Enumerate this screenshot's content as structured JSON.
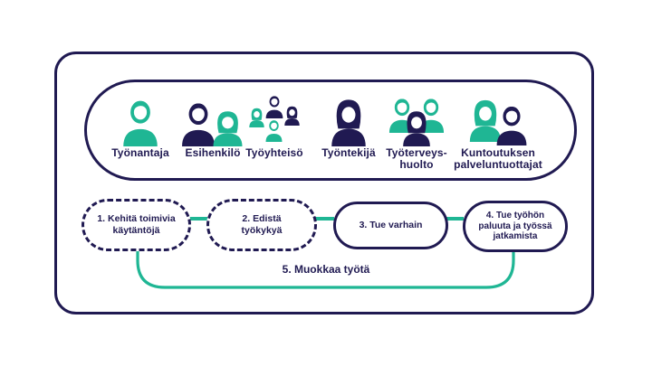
{
  "colors": {
    "navy": "#201a52",
    "teal": "#1fb694",
    "background": "#ffffff"
  },
  "stakeholders": {
    "items": [
      {
        "label": "Työnantaja",
        "icons": [
          {
            "icon": "person-male-icon",
            "color": "#1fb694"
          }
        ]
      },
      {
        "label": "Esihenkilö",
        "icons": [
          {
            "icon": "person-male-icon",
            "color": "#201a52"
          },
          {
            "icon": "person-female-icon",
            "color": "#1fb694"
          }
        ]
      },
      {
        "label": "Työyhteisö",
        "icons": [
          {
            "icon": "person-female-icon",
            "color": "#1fb694"
          },
          {
            "icon": "person-male-icon",
            "color": "#201a52"
          },
          {
            "icon": "person-female-icon",
            "color": "#201a52"
          },
          {
            "icon": "person-male-icon",
            "color": "#1fb694"
          }
        ]
      },
      {
        "label": "Työntekijä",
        "icons": [
          {
            "icon": "person-female-icon",
            "color": "#201a52"
          }
        ]
      },
      {
        "label": "Työterveys-\nhuolto",
        "icons": [
          {
            "icon": "person-male-icon",
            "color": "#1fb694"
          },
          {
            "icon": "person-male-icon",
            "color": "#1fb694"
          },
          {
            "icon": "person-female-icon",
            "color": "#201a52"
          }
        ]
      },
      {
        "label": "Kuntoutuksen\npalveluntuottajat",
        "icons": [
          {
            "icon": "person-female-icon",
            "color": "#1fb694"
          },
          {
            "icon": "person-male-icon",
            "color": "#201a52"
          }
        ]
      }
    ]
  },
  "steps": {
    "boxes": [
      {
        "label": "1. Kehitä toimivia\nkäytäntöjä",
        "border": "dashed"
      },
      {
        "label": "2. Edistä\ntyökykyä",
        "border": "dashed"
      },
      {
        "label": "3. Tue varhain",
        "border": "solid"
      },
      {
        "label": "4. Tue työhön\npaluuta ja työssä\njatkamista",
        "border": "solid"
      }
    ],
    "loop_label": "5. Muokkaa työtä"
  }
}
